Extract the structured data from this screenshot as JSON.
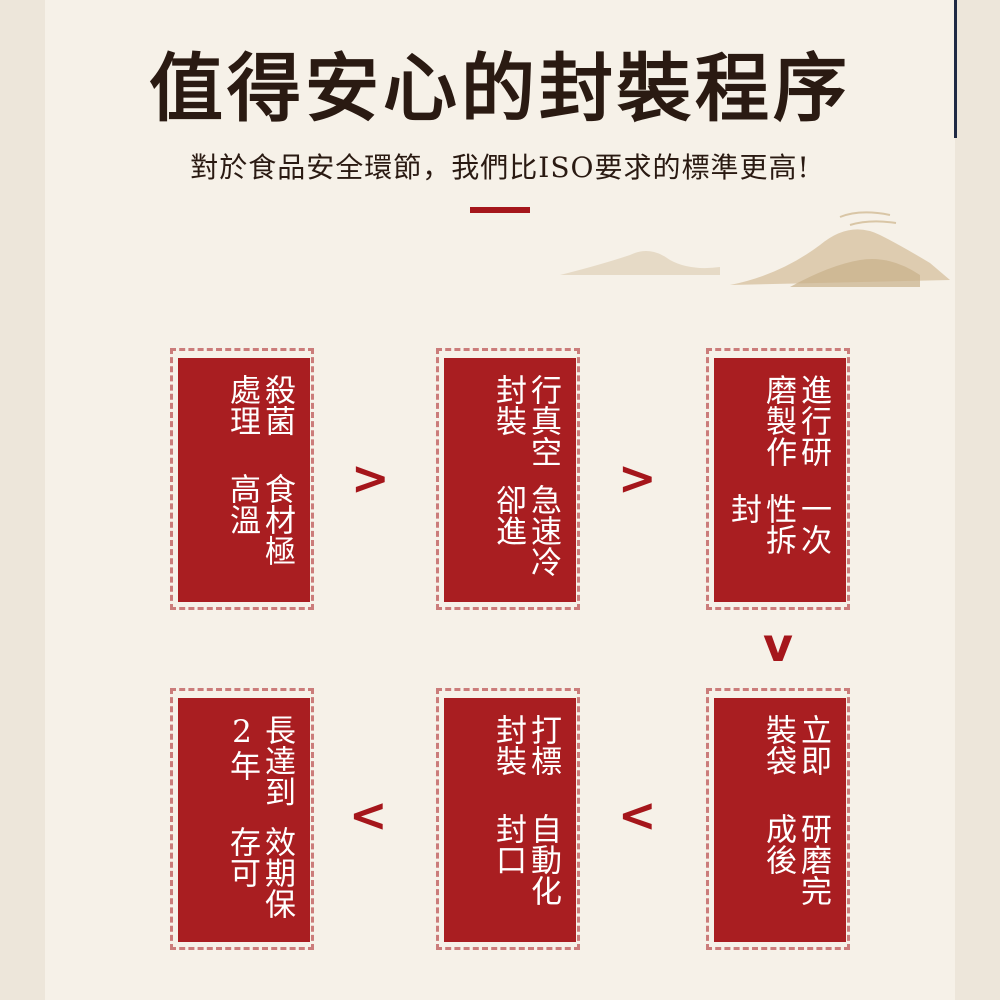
{
  "title": "值得安心的封裝程序",
  "subtitle": "對於食品安全環節，我們比ISO要求的標準更高!",
  "steps": [
    {
      "col1": "殺菌處理",
      "col2": "食材極高溫"
    },
    {
      "col1": "行真空封裝",
      "col2": "急速冷卻進"
    },
    {
      "col1": "進行研磨製作",
      "col2": "一次性拆封"
    },
    {
      "col1": "立即裝袋",
      "col2": "研磨完成後"
    },
    {
      "col1": "打標封裝",
      "col2": "自動化封口"
    },
    {
      "col1": "長達到2年",
      "col2": "效期保存可"
    }
  ],
  "arrows": {
    "right": ">",
    "down": "v",
    "left": "<"
  },
  "colors": {
    "seal": "#a91e21",
    "accent": "#a5161b",
    "text": "#2a1a12",
    "background": "#f6f1e8"
  }
}
